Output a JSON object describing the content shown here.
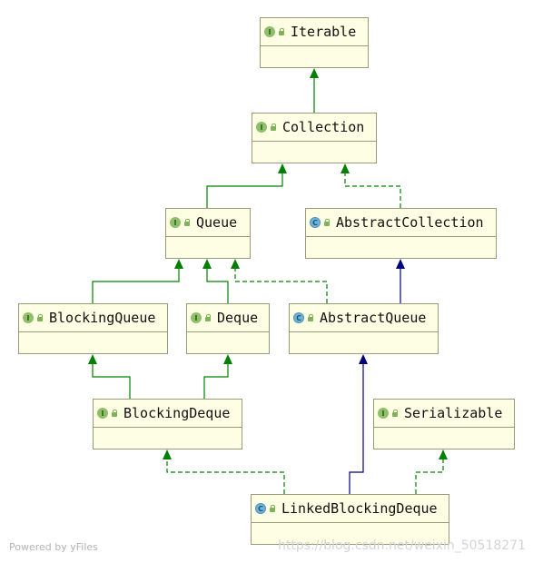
{
  "colors": {
    "node_fill": "#fefee4",
    "node_border": "#9a9a7a",
    "interface_badge": "#8fbf6a",
    "class_badge": "#6fb5db",
    "extends_edge": "#008000",
    "implements_edge": "#008000",
    "class_extends_edge": "#00007f"
  },
  "nodes": {
    "iterable": {
      "label": "Iterable",
      "kind": "interface",
      "badge": "I"
    },
    "collection": {
      "label": "Collection",
      "kind": "interface",
      "badge": "I"
    },
    "queue": {
      "label": "Queue",
      "kind": "interface",
      "badge": "I"
    },
    "abstract_collection": {
      "label": "AbstractCollection",
      "kind": "abstract-class",
      "badge": "C"
    },
    "blocking_queue": {
      "label": "BlockingQueue",
      "kind": "interface",
      "badge": "I"
    },
    "deque": {
      "label": "Deque",
      "kind": "interface",
      "badge": "I"
    },
    "abstract_queue": {
      "label": "AbstractQueue",
      "kind": "abstract-class",
      "badge": "C"
    },
    "blocking_deque": {
      "label": "BlockingDeque",
      "kind": "interface",
      "badge": "I"
    },
    "serializable": {
      "label": "Serializable",
      "kind": "interface",
      "badge": "I"
    },
    "linked_blocking_deque": {
      "label": "LinkedBlockingDeque",
      "kind": "class",
      "badge": "C"
    }
  },
  "footer": {
    "powered_by": "Powered by yFiles",
    "watermark": "https://blog.csdn.net/weixin_50518271"
  }
}
